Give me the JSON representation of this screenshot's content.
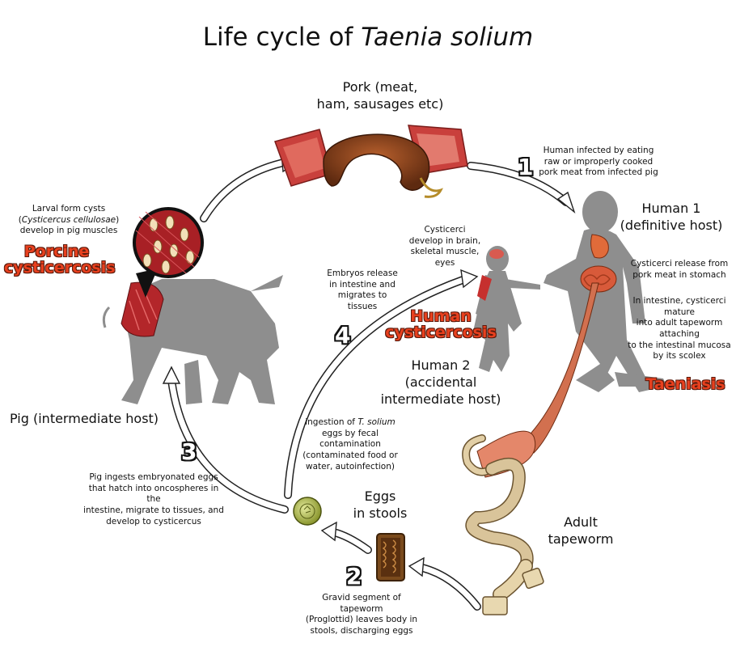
{
  "title": {
    "prefix": "Life cycle of",
    "species": "Taenia solium"
  },
  "labels": {
    "pork": [
      "Pork (meat,",
      "ham, sausages etc)"
    ],
    "human1": [
      "Human 1",
      "(definitive host)"
    ],
    "human2": [
      "Human 2",
      "(accidental",
      "intermediate host)"
    ],
    "pig": "Pig (intermediate host)",
    "eggs": [
      "Eggs",
      "in stools"
    ],
    "adult": [
      "Adult",
      "tapeworm"
    ]
  },
  "notes": {
    "step1": [
      "Human infected by eating",
      "raw or improperly cooked",
      "pork meat from infected pig"
    ],
    "release": [
      "Cysticerci release from",
      "pork meat in stomach"
    ],
    "intestine": [
      "In intestine, cysticerci",
      "mature",
      "into adult tapeworm",
      "attaching",
      "to the intestinal mucosa",
      "by its scolex"
    ],
    "cysticerci_develop": [
      "Cysticerci",
      "develop in brain,",
      "skeletal muscle,",
      "eyes"
    ],
    "embryos": [
      "Embryos release",
      "in intestine and",
      "migrates to",
      "tissues"
    ],
    "ingestion_line1": "ingestion of",
    "ingestion_italic": "T. solium",
    "ingestion_rest": [
      "eggs by fecal",
      "contamination",
      "(contaminated food or",
      "water, autoinfection)"
    ],
    "larval_line1": "Larval form cysts",
    "larval_italic": "Cysticercus cellulosae",
    "larval_line3": "develop in pig muscles",
    "pig_ingests": [
      "Pig ingests embryonated eggs",
      "that hatch into oncospheres in the",
      "intestine, migrate to tissues, and",
      "develop to cysticercus"
    ],
    "gravid": [
      "Gravid segment of tapeworm",
      "(Proglottid) leaves  body in",
      "stools, discharging eggs"
    ]
  },
  "disease_labels": {
    "porcine": [
      "Porcine",
      "cysticercosis"
    ],
    "human": [
      "Human",
      "cysticercosis"
    ],
    "taeniasis": "Taeniasis"
  },
  "steps": {
    "s1": "1",
    "s2": "2",
    "s3": "3",
    "s4": "4"
  },
  "colors": {
    "accent_red": "#e8401e",
    "silhouette": "#8e8e8e",
    "muscle": "#b3262a",
    "tapeworm": "#d9c49a",
    "egg": "#b9c65a"
  }
}
